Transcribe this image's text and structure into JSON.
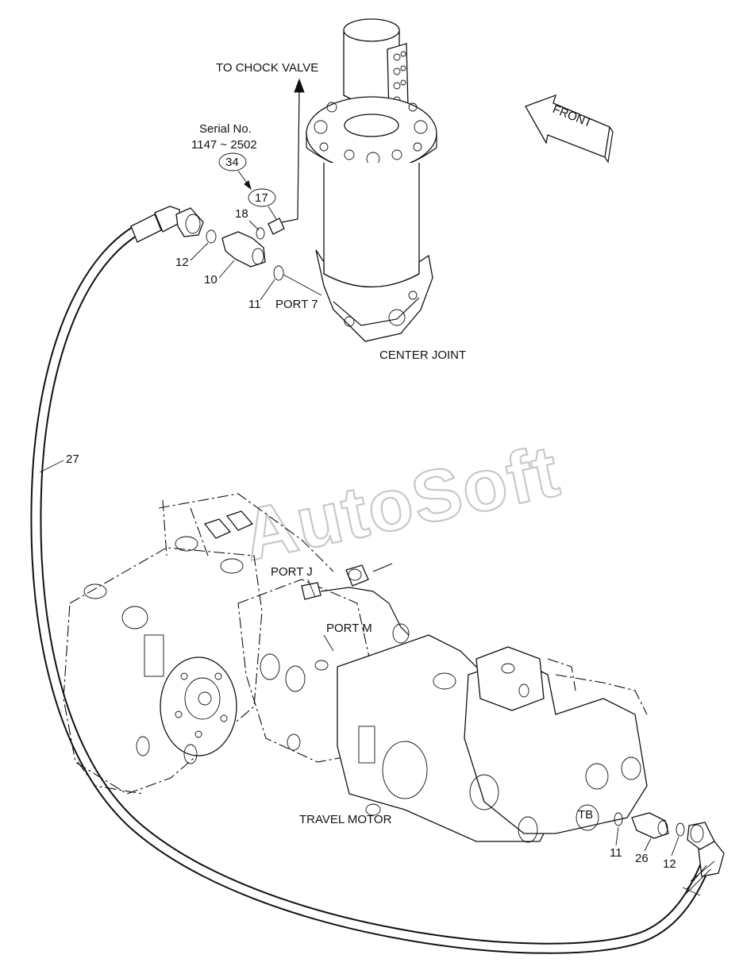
{
  "labels": {
    "to_chock_valve": "TO CHOCK VALVE",
    "serial_line1": "Serial No.",
    "serial_line2": "1147 ~ 2502",
    "front": "FRONT",
    "port_7": "PORT 7",
    "center_joint": "CENTER JOINT",
    "port_j": "PORT J",
    "port_m": "PORT M",
    "travel_motor": "TRAVEL MOTOR",
    "tb": "TB",
    "watermark": "AutoSoft"
  },
  "callouts": {
    "c34": "34",
    "c17": "17",
    "c18": "18",
    "c12_top": "12",
    "c10": "10",
    "c11_top": "11",
    "c27": "27",
    "c11_bot": "11",
    "c26": "26",
    "c12_bot": "12"
  }
}
